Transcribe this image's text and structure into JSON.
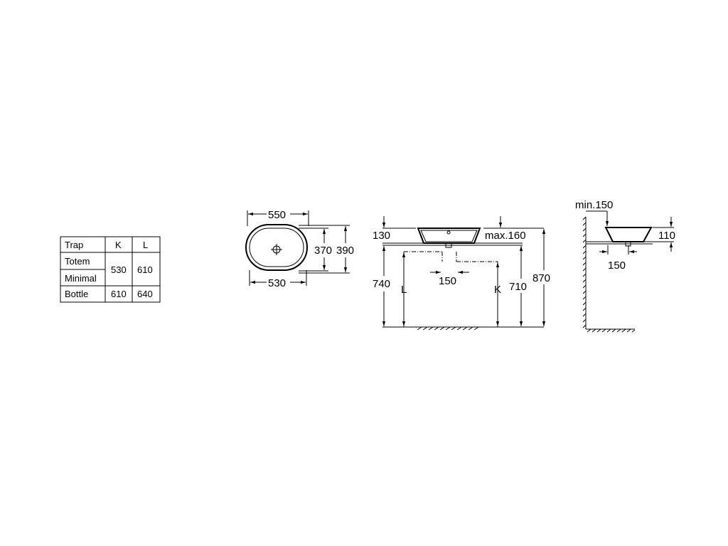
{
  "table": {
    "headers": [
      "Trap",
      "K",
      "L"
    ],
    "rows": [
      {
        "trap": "Totem",
        "k": "530",
        "l": "610"
      },
      {
        "trap": "Minimal",
        "k": "",
        "l": ""
      },
      {
        "trap": "Bottle",
        "k": "610",
        "l": "640"
      }
    ]
  },
  "top_view": {
    "width_outer": "550",
    "width_inner": "530",
    "depth_inner": "370",
    "depth_outer": "390"
  },
  "front_view": {
    "basin_height": "130",
    "tap_max": "max.160",
    "counter_height": "740",
    "trap_l": "L",
    "drain_offset": "150",
    "trap_k": "K",
    "drain_height": "710",
    "total_height": "870"
  },
  "side_view": {
    "wall_min": "min.150",
    "basin_height": "110",
    "drain_offset": "150"
  }
}
